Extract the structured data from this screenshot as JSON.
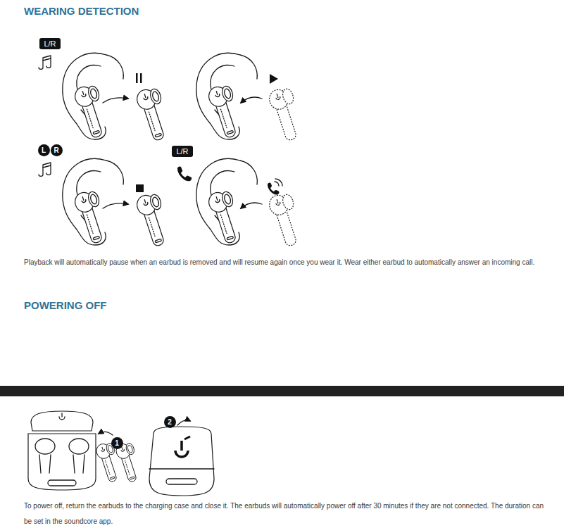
{
  "diagram": {
    "title": "WEARING DETECTION",
    "nodes": [
      {
        "text": [
          "L/R"
        ]
      },
      {
        "text": [
          "L"
        ]
      },
      {
        "text": [
          "R"
        ]
      },
      {
        "text": [
          "L/R"
        ]
      },
      {
        "text": [
          "1"
        ]
      },
      {
        "text": [
          "2"
        ]
      }
    ],
    "labels": [
      "Playback will automatically pause when an earbud is removed and will resume again once you wear it. Wear either earbud to automatically answer an incoming call.",
      "POWERING OFF",
      "To power off, return the earbuds to the charging case and close it. The earbuds will automatically power off after 30 minutes if they are not connected. The duration can be set in the soundcore app."
    ]
  }
}
